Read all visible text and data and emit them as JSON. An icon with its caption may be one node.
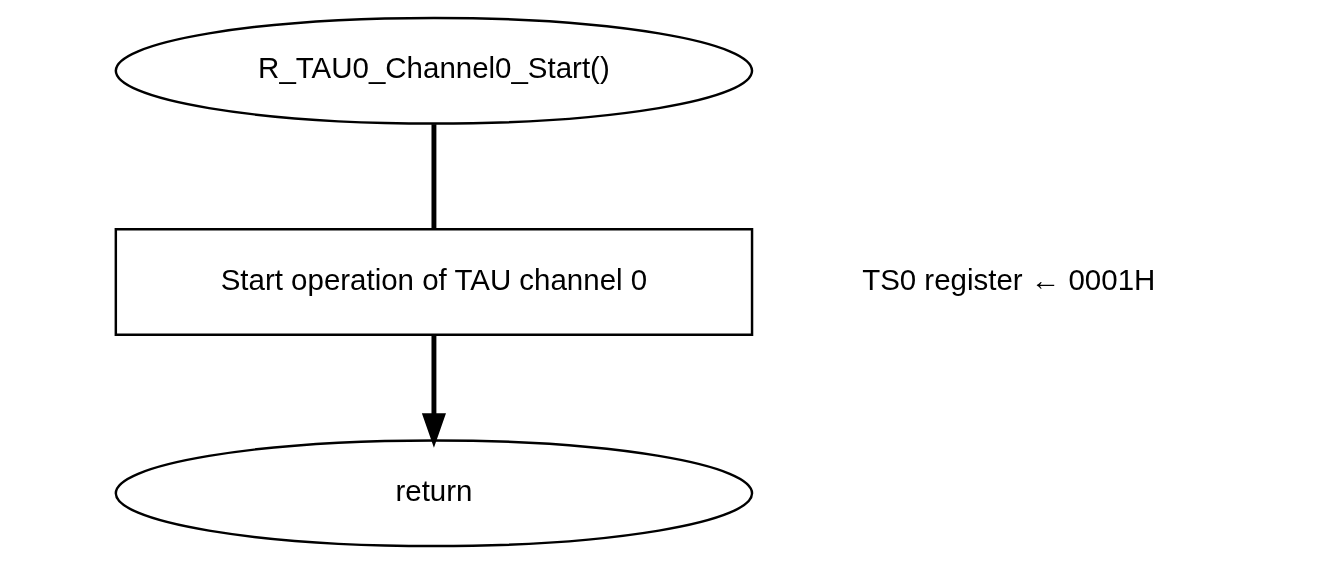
{
  "diagram": {
    "nodes": [
      {
        "text": [
          "R_TAU0_Channel0_Start()"
        ]
      },
      {
        "text": [
          "Start operation of TAU channel 0"
        ],
        "beside": [
          "TS0 register ← 0001H"
        ]
      },
      {
        "text": [
          "return"
        ]
      }
    ],
    "edges": [
      {
        "from": 0,
        "to": 1,
        "arrow": "none"
      },
      {
        "from": 1,
        "to": 2,
        "arrow": "to"
      }
    ]
  }
}
